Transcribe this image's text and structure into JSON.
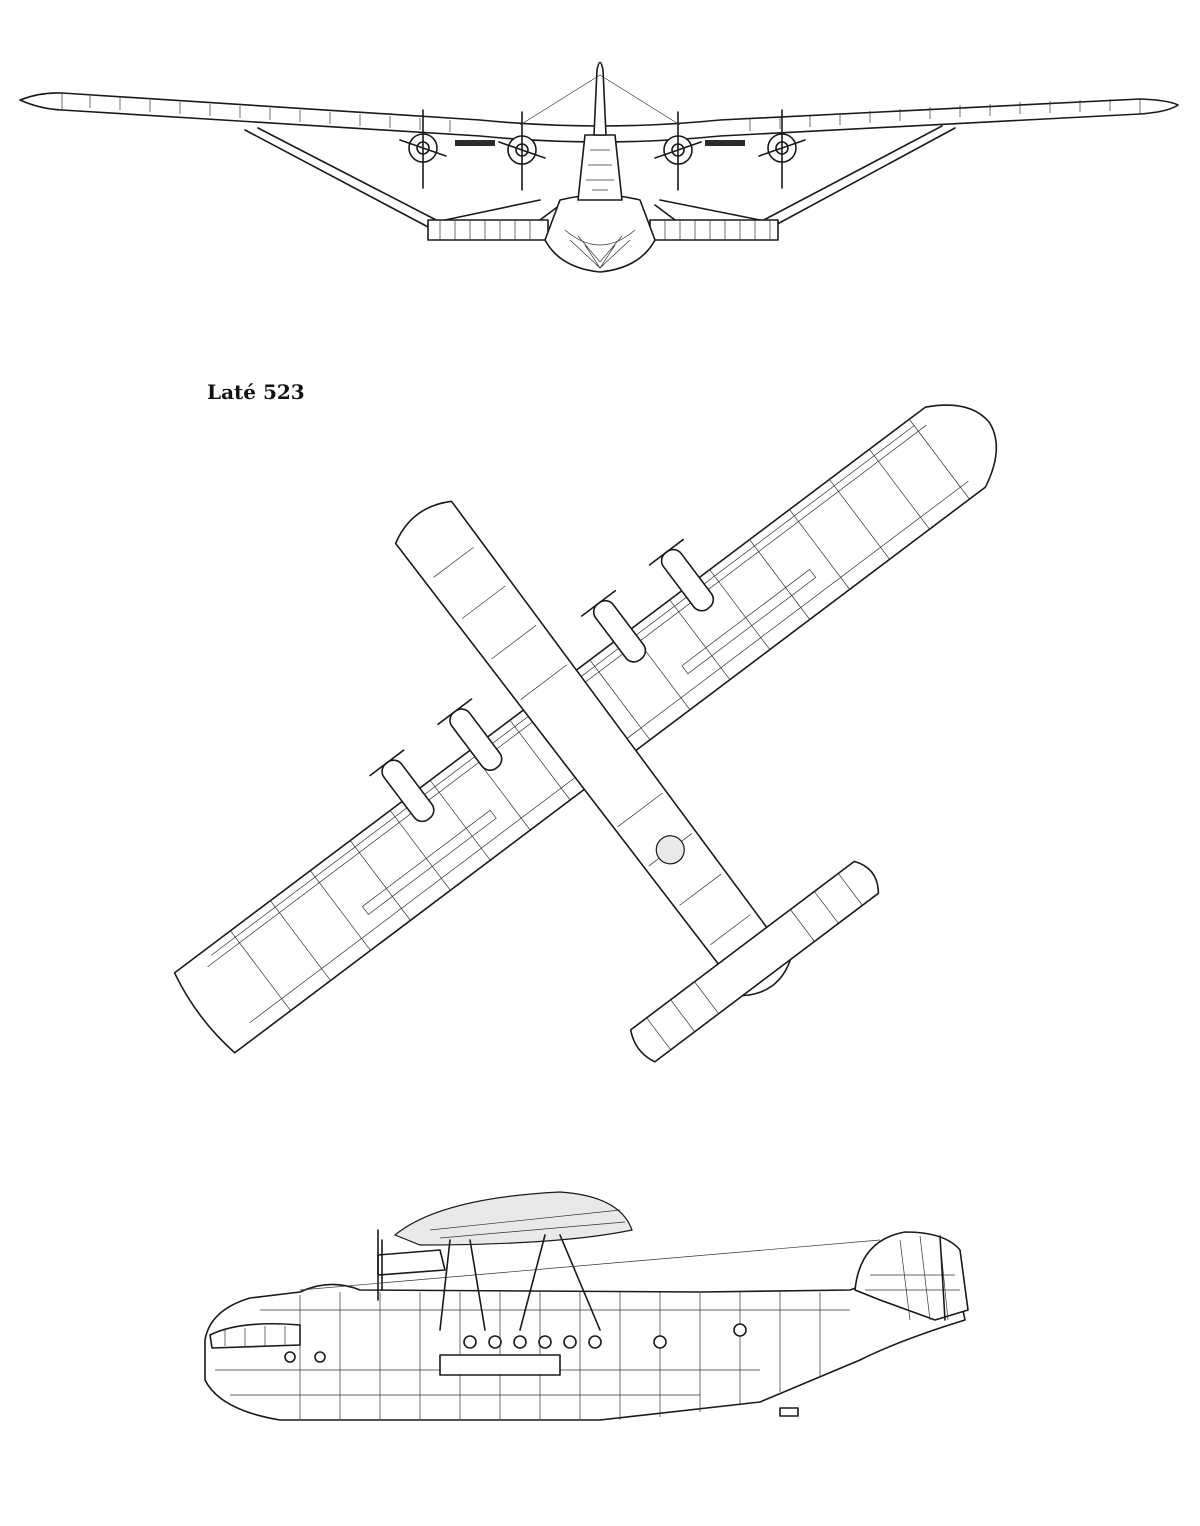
{
  "drawing": {
    "title": "Laté 523"
  },
  "views": [
    {
      "id": "front",
      "icon": "front-view-flying-boat"
    },
    {
      "id": "plan",
      "icon": "plan-view-flying-boat"
    },
    {
      "id": "side",
      "icon": "side-view-flying-boat"
    }
  ],
  "colors": {
    "background": "#ffffff",
    "ink": "#1a1a1a"
  }
}
